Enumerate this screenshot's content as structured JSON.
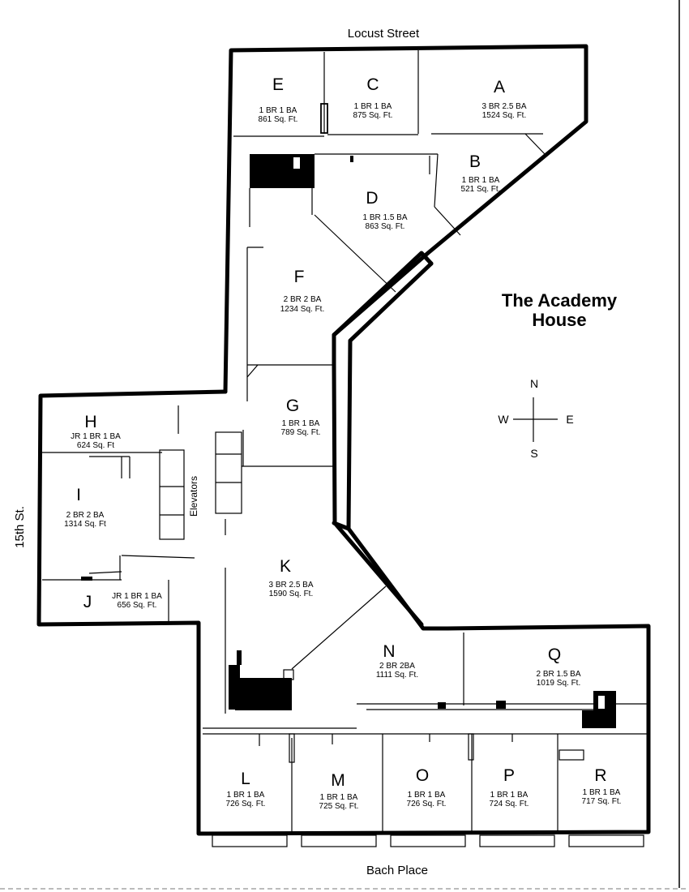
{
  "streets": {
    "north": "Locust Street",
    "south": "Bach Place",
    "west": "15th St."
  },
  "title": {
    "line1": "The Academy",
    "line2": "House"
  },
  "compass": {
    "n": "N",
    "s": "S",
    "e": "E",
    "w": "W"
  },
  "elevators_label": "Elevators",
  "units": {
    "A": {
      "letter": "A",
      "rooms": "3 BR 2.5 BA",
      "area": "1524 Sq. Ft."
    },
    "B": {
      "letter": "B",
      "rooms": "1 BR 1 BA",
      "area": "521 Sq. Ft."
    },
    "C": {
      "letter": "C",
      "rooms": "1 BR 1 BA",
      "area": "875 Sq. Ft."
    },
    "D": {
      "letter": "D",
      "rooms": "1 BR 1.5 BA",
      "area": "863 Sq. Ft."
    },
    "E": {
      "letter": "E",
      "rooms": "1 BR 1 BA",
      "area": "861 Sq. Ft."
    },
    "F": {
      "letter": "F",
      "rooms": "2 BR 2 BA",
      "area": "1234 Sq. Ft."
    },
    "G": {
      "letter": "G",
      "rooms": "1 BR 1 BA",
      "area": "789 Sq. Ft."
    },
    "H": {
      "letter": "H",
      "rooms": "JR 1 BR 1 BA",
      "area": "624 Sq. Ft"
    },
    "I": {
      "letter": "I",
      "rooms": "2 BR 2 BA",
      "area": "1314 Sq. Ft"
    },
    "J": {
      "letter": "J",
      "rooms": "JR 1 BR 1 BA",
      "area": "656 Sq. Ft."
    },
    "K": {
      "letter": "K",
      "rooms": "3 BR 2.5 BA",
      "area": "1590 Sq. Ft."
    },
    "L": {
      "letter": "L",
      "rooms": "1 BR 1 BA",
      "area": "726 Sq. Ft."
    },
    "M": {
      "letter": "M",
      "rooms": "1 BR 1 BA",
      "area": "725 Sq. Ft."
    },
    "N": {
      "letter": "N",
      "rooms": "2 BR 2BA",
      "area": "1111 Sq. Ft."
    },
    "O": {
      "letter": "O",
      "rooms": "1 BR 1 BA",
      "area": "726 Sq. Ft."
    },
    "P": {
      "letter": "P",
      "rooms": "1 BR 1 BA",
      "area": "724 Sq. Ft."
    },
    "Q": {
      "letter": "Q",
      "rooms": "2 BR 1.5 BA",
      "area": "1019 Sq. Ft."
    },
    "R": {
      "letter": "R",
      "rooms": "1 BR 1 BA",
      "area": "717 Sq. Ft."
    }
  }
}
